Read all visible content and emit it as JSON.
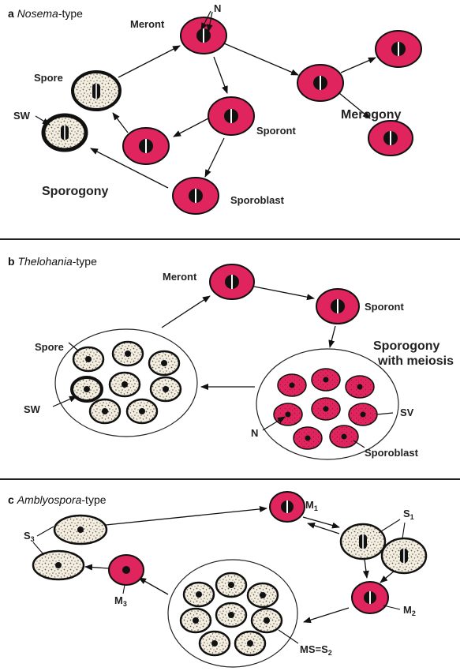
{
  "colors": {
    "cell": "#e0245e",
    "spore": "#f2ede0",
    "ink": "#111111"
  },
  "panel_a": {
    "letter": "a",
    "title_italic": "Nosema",
    "title_rest": "-type",
    "labels": {
      "meront": "Meront",
      "n": "N",
      "spore": "Spore",
      "sw": "SW",
      "sporont": "Sporont",
      "sporoblast": "Sporoblast",
      "merogony": "Merogony",
      "sporogony": "Sporogony"
    }
  },
  "panel_b": {
    "letter": "b",
    "title_italic": "Thelohania",
    "title_rest": "-type",
    "labels": {
      "meront": "Meront",
      "sporont": "Sporont",
      "sporogony_line1": "Sporogony",
      "sporogony_line2": "with meiosis",
      "spore": "Spore",
      "sw": "SW",
      "n": "N",
      "sv": "SV",
      "sporoblast": "Sporoblast"
    }
  },
  "panel_c": {
    "letter": "c",
    "title_italic": "Amblyospora",
    "title_rest": "-type",
    "labels": {
      "m": "M",
      "s": "S",
      "m1_sub": "1",
      "s1_sub": "1",
      "m2_sub": "2",
      "m3_sub": "3",
      "s3_sub": "3",
      "ms": "MS=S",
      "ms_sub": "2"
    }
  }
}
